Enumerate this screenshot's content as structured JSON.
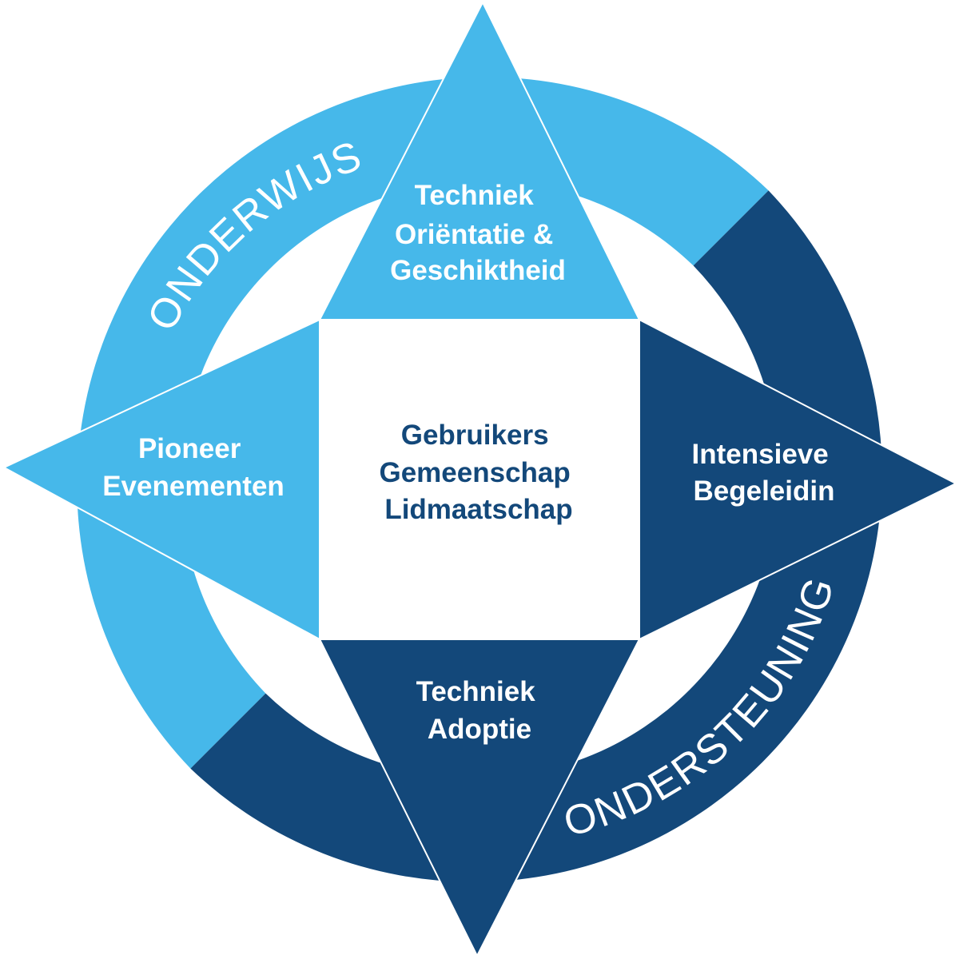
{
  "colors": {
    "light": "#46b8ea",
    "dark": "#13487a",
    "white": "#ffffff"
  },
  "ring": {
    "top_left_label": "ONDERWIJS",
    "bottom_right_label": "ONDERSTEUNING"
  },
  "points": {
    "top": {
      "line1": "Techniek",
      "line2": "Oriëntatie &",
      "line3": "Geschiktheid"
    },
    "left": {
      "line1": "Pioneer",
      "line2": "Evenementen"
    },
    "right": {
      "line1": "Intensieve",
      "line2": "Begeleidin"
    },
    "bottom": {
      "line1": "Techniek",
      "line2": "Adoptie"
    }
  },
  "center": {
    "line1": "Gebruikers",
    "line2": "Gemeenschap",
    "line3": "Lidmaatschap"
  }
}
